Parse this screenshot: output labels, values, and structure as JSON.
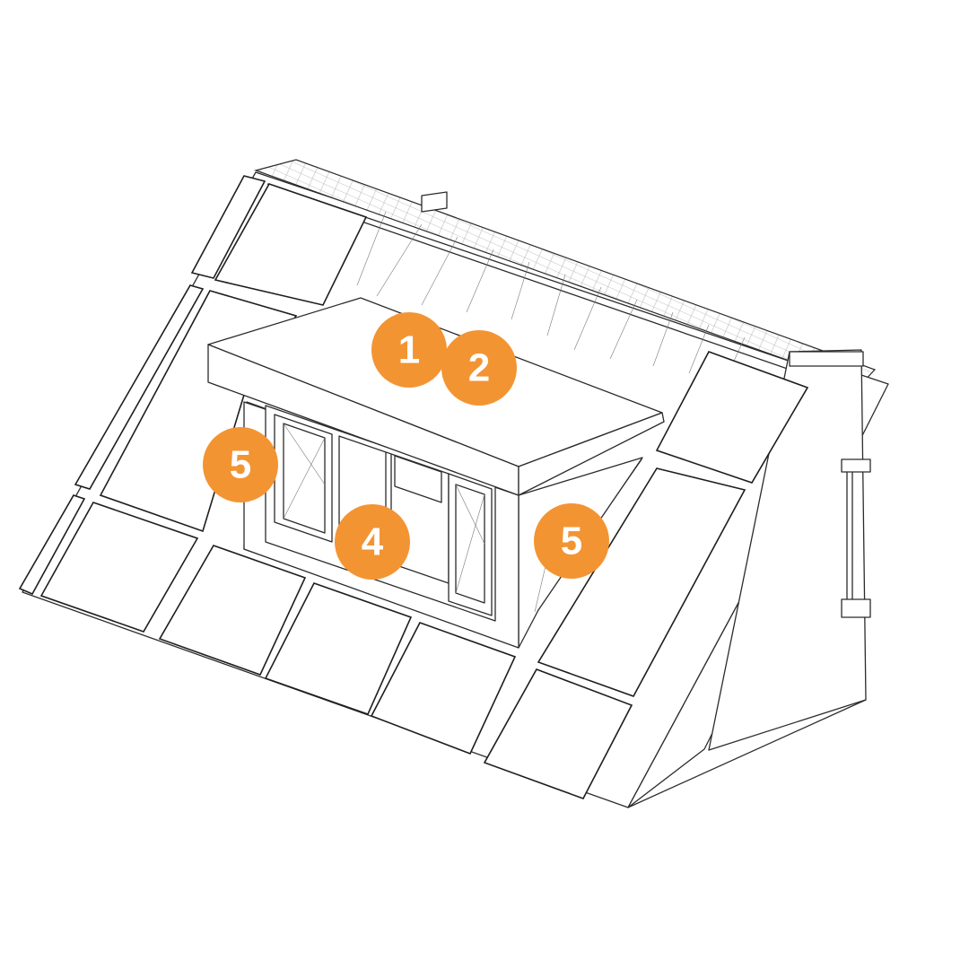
{
  "colors": {
    "marker_fill": "#f39433",
    "marker_text": "#ffffff",
    "line": "#2b2b2b",
    "background": "#ffffff"
  },
  "markers": [
    {
      "id": "1",
      "label": "1"
    },
    {
      "id": "2",
      "label": "2"
    },
    {
      "id": "5-left",
      "label": "5"
    },
    {
      "id": "4",
      "label": "4"
    },
    {
      "id": "5-right",
      "label": "5"
    }
  ]
}
